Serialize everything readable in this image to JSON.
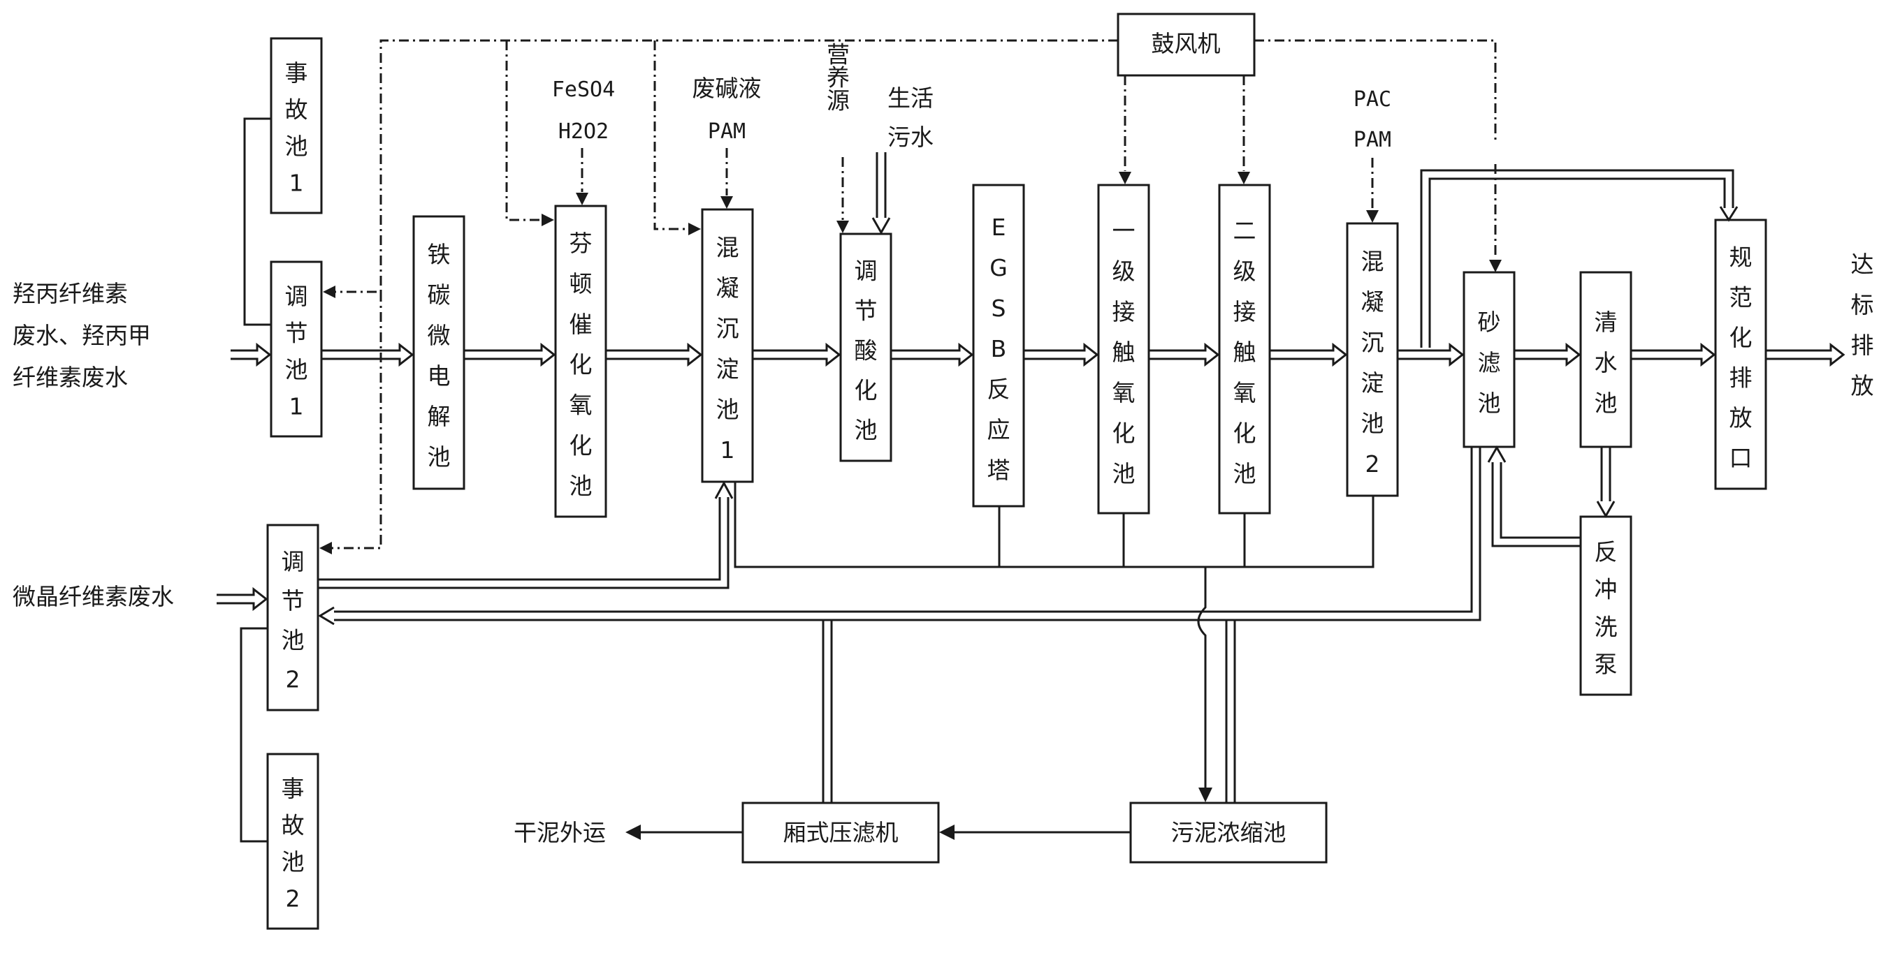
{
  "units": {
    "accident_pool_1": "事故池1",
    "accident_pool_2": "事故池2",
    "equalization_pool_1": "调节池1",
    "equalization_pool_2": "调节池2",
    "iron_carbon_cell": "铁碳微电解池",
    "fenton_pool": "芬顿催化氧化池",
    "coag_sed_pool_1": "混凝沉淀池1",
    "acidification_pool": "调节酸化池",
    "egsb_reactor": "EGSB反应塔",
    "contact_ox_1": "一级接触氧化池",
    "contact_ox_2": "二级接触氧化池",
    "coag_sed_pool_2": "混凝沉淀池2",
    "sand_filter": "砂滤池",
    "clear_water_pool": "清水池",
    "outfall": "规范化排放口",
    "backwash_pump": "反冲洗泵",
    "blower": "鼓风机",
    "filter_press": "厢式压滤机",
    "sludge_thickener": "污泥浓缩池"
  },
  "inputs": {
    "hpc_line1": "羟丙纤维素",
    "hpc_line2": "废水、羟丙甲",
    "hpc_line3": "纤维素废水",
    "mcc_wastewater": "微晶纤维素废水",
    "feso4": "FeSO4",
    "h2o2": "H2O2",
    "waste_alkali": "废碱液",
    "pam_1": "PAM",
    "nutrient": "营养源",
    "sewage_1": "生活",
    "sewage_2": "污水",
    "pac": "PAC",
    "pam_2": "PAM"
  },
  "outputs": {
    "discharge": "达标排放",
    "dry_sludge": "干泥外运"
  }
}
